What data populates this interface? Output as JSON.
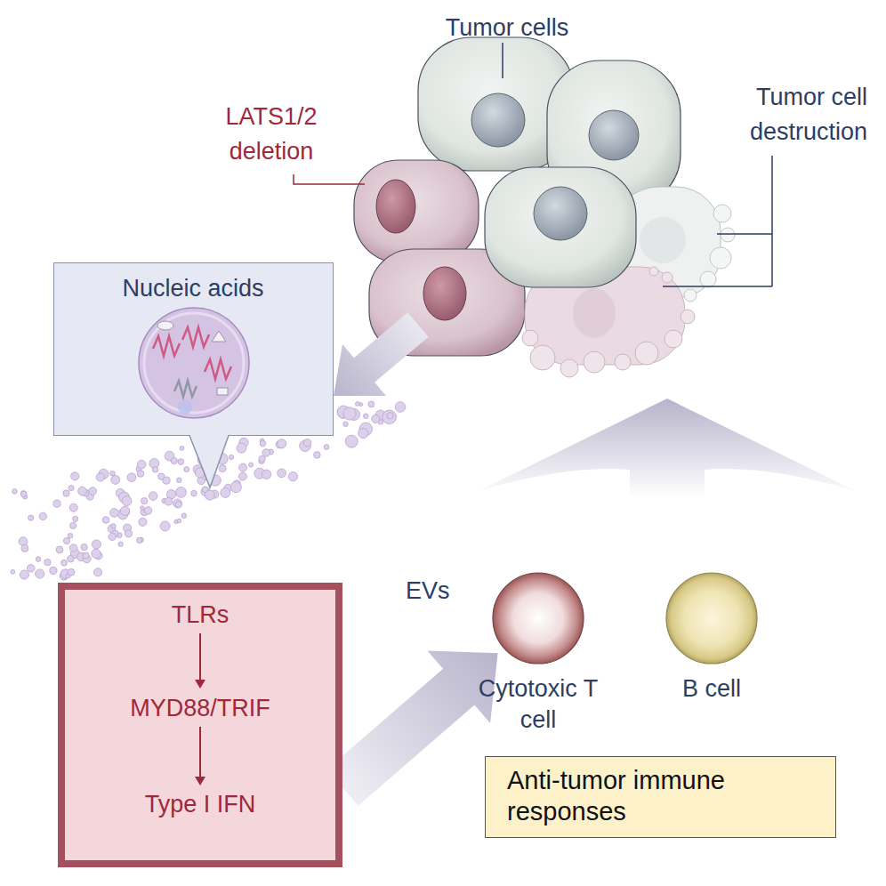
{
  "diagram": {
    "nodes": [
      {
        "text": [
          "Nucleic acids"
        ]
      },
      {
        "text": [
          "TLRs",
          "MYD88/TRIF",
          "Type I IFN"
        ]
      },
      {
        "text": [
          "Cytotoxic T cell"
        ]
      },
      {
        "text": [
          "B cell"
        ]
      },
      {
        "text": [
          "Anti-tumor immune responses"
        ]
      }
    ],
    "edges": [
      {
        "from": 1,
        "to": 2,
        "arrow": "to"
      }
    ],
    "labels": [
      "Tumor cells",
      "LATS1/2 deletion",
      "Tumor cell destruction",
      "EVs"
    ]
  }
}
